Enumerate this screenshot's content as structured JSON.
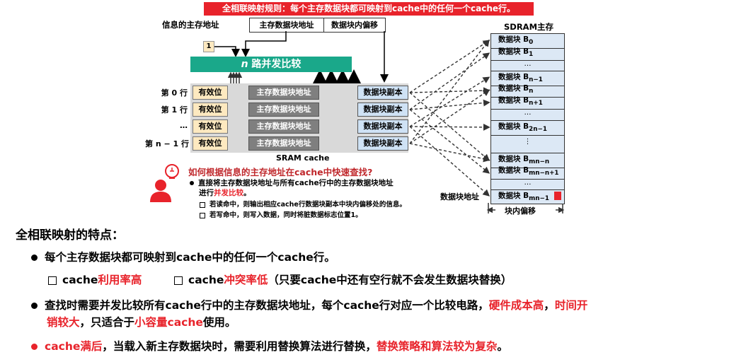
{
  "banner": "全相联映射规则：每个主存数据块都可映射到cache中的任何一个cache行。",
  "address": {
    "title": "信息的主存地址",
    "tag_field": "主存数据块地址",
    "offset_field": "数据块内偏移"
  },
  "comparator": {
    "prefix": "n",
    "label": "路并发比较",
    "one_input": "1"
  },
  "cache": {
    "title": "SRAM  cache",
    "rows": [
      {
        "label": "第 0 行",
        "valid": "有效位",
        "tag": "主存数据块地址",
        "data": "数据块副本"
      },
      {
        "label": "第 1 行",
        "valid": "有效位",
        "tag": "主存数据块地址",
        "data": "数据块副本"
      },
      {
        "label": "…",
        "valid": "有效位",
        "tag": "主存数据块地址",
        "data": "数据块副本"
      },
      {
        "label": "第 n − 1 行",
        "valid": "有效位",
        "tag": "主存数据块地址",
        "data": "数据块副本"
      }
    ]
  },
  "memory": {
    "title": "SDRAM主存",
    "blocks": [
      {
        "prefix": "数据块 B",
        "sub": "0"
      },
      {
        "prefix": "数据块 B",
        "sub": "1"
      },
      {
        "prefix": "…",
        "sub": ""
      },
      {
        "prefix": "数据块 B",
        "sub": "n−1"
      },
      {
        "prefix": "数据块 B",
        "sub": "n"
      },
      {
        "prefix": "数据块 B",
        "sub": "n+1"
      },
      {
        "prefix": "…",
        "sub": ""
      },
      {
        "prefix": "数据块 B",
        "sub": "2n−1"
      },
      {
        "prefix": "⋮",
        "sub": ""
      },
      {
        "prefix": "数据块 B",
        "sub": "mn−n"
      },
      {
        "prefix": "数据块 B",
        "sub": "mn−n+1"
      },
      {
        "prefix": "…",
        "sub": ""
      },
      {
        "prefix": "数据块 B",
        "sub": "mn−1"
      }
    ],
    "block_label": "数据块地址",
    "offset_label": "块内偏移"
  },
  "question": {
    "title": "如何根据信息的主存地址在cache中快速查找?",
    "bullet_a": "直接将主存数据块地址与所有cache行中的主存数据块地址",
    "bullet_b_pre": "进行",
    "bullet_b_red": "并发比较",
    "bullet_b_post": "。",
    "sub1": "若读命中，则输出相应cache行数据块副本中块内偏移处的信息。",
    "sub2": "若写命中，则写入数据，同时将脏数据标志位置1。"
  },
  "features": {
    "heading": "全相联映射的特点：",
    "p1": "每个主存数据块都可映射到cache中的任何一个cache行。",
    "p1a_pre": "cache",
    "p1a_red": "利用率高",
    "p1b_pre": "cache",
    "p1b_red": "冲突率低",
    "p1b_post": "（只要cache中还有空行就不会发生数据块替换）",
    "p2_a": "查找时需要并发比较所有cache行中的主存数据块地址，每个cache行对应一个比较电路，",
    "p2_red1": "硬件成本高",
    "p2_b": "，",
    "p2_red2a": "时间开",
    "p2_red2b": "销较大",
    "p2_c": "，只适合于",
    "p2_red3": "小容量cache",
    "p2_d": "使用。",
    "p3_red": "cache满后",
    "p3_a": "，当载入新主存数据块时，需要利用替换算法进行替换，",
    "p3_red2": "替换策略和算法较为复杂",
    "p3_b": "。"
  },
  "colors": {
    "accent_red": "#e8232b",
    "comparator": "#1aa88a",
    "valid": "#fde9c0",
    "tag": "#7f7f7f",
    "data": "#cfe2f5",
    "memory": "#dce8f5"
  }
}
